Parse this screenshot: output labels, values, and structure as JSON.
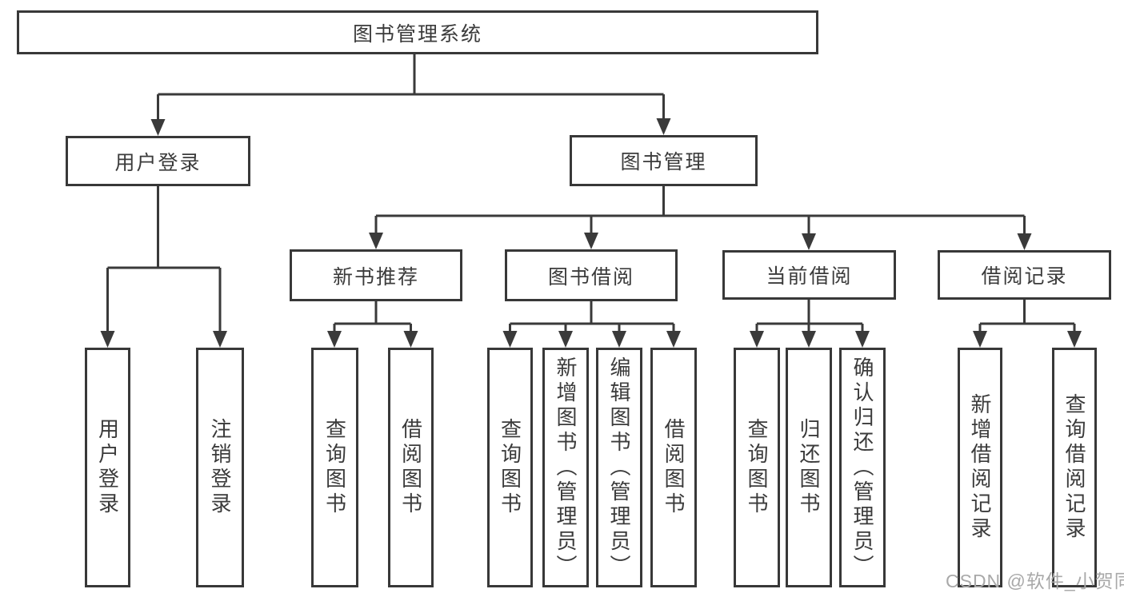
{
  "tree": {
    "root": "图书管理系统",
    "level2": [
      {
        "label": "用户登录"
      },
      {
        "label": "图书管理"
      }
    ],
    "level3": [
      {
        "label": "新书推荐"
      },
      {
        "label": "图书借阅"
      },
      {
        "label": "当前借阅"
      },
      {
        "label": "借阅记录"
      }
    ],
    "leaves": {
      "user_login": {
        "items": [
          "用户登录",
          "注销登录"
        ]
      },
      "new_book": {
        "items": [
          "查询图书",
          "借阅图书"
        ]
      },
      "book_borrow": {
        "items": [
          "查询图书",
          "新增图书（管理员）",
          "编辑图书（管理员）",
          "借阅图书"
        ]
      },
      "current_borrow": {
        "items": [
          "查询图书",
          "归还图书",
          "确认归还（管理员）"
        ]
      },
      "records": {
        "items": [
          "新增借阅记录",
          "查询借阅记录"
        ]
      }
    }
  },
  "watermark": "CSDN @软件_小贺同学",
  "colors": {
    "line": "#3a3a3a",
    "box_border": "#383838",
    "text": "#3b3b3b",
    "watermark": "#a9a9a9",
    "background": "#ffffff"
  }
}
